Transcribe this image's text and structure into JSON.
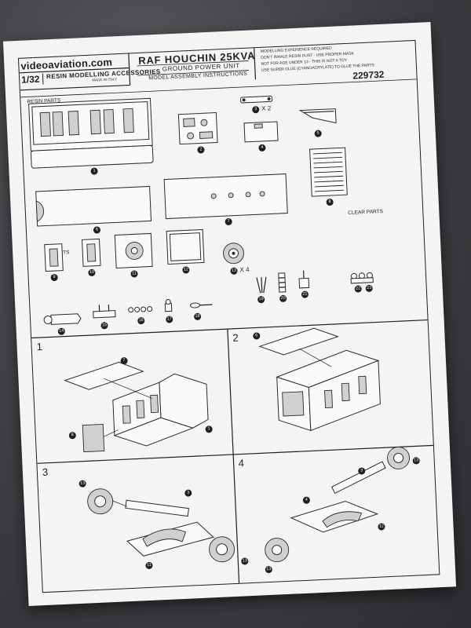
{
  "header": {
    "brand": "videoaviation.com",
    "scale": "1/32",
    "resin_accessories": "RESIN MODELLING ACCESSORIES",
    "made_in": "MADE IN ITALY",
    "title": "RAF HOUCHIN 25KVA",
    "subtitle": "GROUND POWER UNIT",
    "assembly": "MODEL ASSEMBLY INSTRUCTIONS",
    "warnings": [
      "MODELLING EXPERIENCE REQUIRED",
      "DON'T INHALE RESIN DUST - USE PROPER MASK",
      "NOT FOR AGE UNDER 13 - THIS IS NOT A TOY",
      "USE SUPER GLUE (CYANOACRYLATE) TO GLUE THE PARTS"
    ],
    "product_code": "229732"
  },
  "sections": {
    "resin": "RESIN PARTS",
    "printed": "3D PARTS",
    "clear": "CLEAR PARTS"
  },
  "part_numbers": [
    "1",
    "2",
    "3",
    "4",
    "5",
    "6",
    "7",
    "8",
    "9",
    "10",
    "11",
    "12",
    "13",
    "14",
    "15",
    "16",
    "17",
    "18",
    "19",
    "20",
    "21",
    "22",
    "23"
  ],
  "quantities": {
    "part3": "X 2",
    "part13": "X 4"
  },
  "steps": [
    "1",
    "2",
    "3",
    "4"
  ]
}
